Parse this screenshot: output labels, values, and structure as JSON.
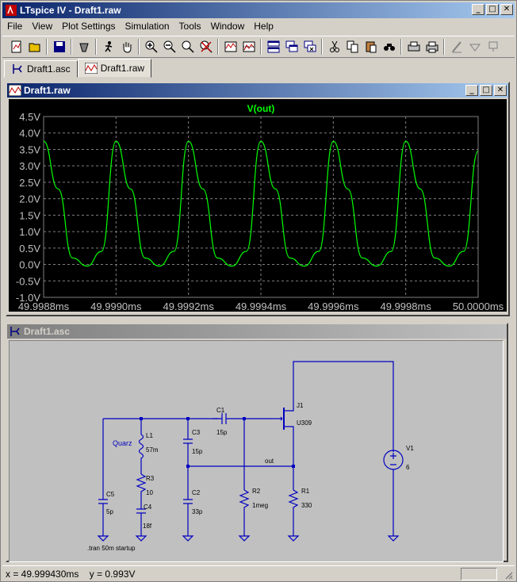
{
  "app": {
    "title": "LTspice IV - Draft1.raw"
  },
  "window_buttons": [
    "_",
    "□",
    "✕"
  ],
  "menu": [
    "File",
    "View",
    "Plot Settings",
    "Simulation",
    "Tools",
    "Window",
    "Help"
  ],
  "toolbar_icons": [
    "new-schematic-icon",
    "open-icon",
    "save-icon",
    "control-panel-icon",
    "run-icon",
    "pan-icon",
    "zoom-in-icon",
    "zoom-out-icon",
    "zoom-fit-icon",
    "zoom-cancel-icon",
    "autorange-icon",
    "plot-settings-icon",
    "tile-horizontal-icon",
    "cascade-icon",
    "close-all-icon",
    "cut-icon",
    "copy-icon",
    "paste-icon",
    "find-icon",
    "print-preview-icon",
    "print-icon",
    "draw-line-icon",
    "ground-icon",
    "label-icon"
  ],
  "tabs": [
    {
      "label": "Draft1.asc",
      "active": false
    },
    {
      "label": "Draft1.raw",
      "active": true
    }
  ],
  "waveform_window": {
    "title": "Draft1.raw",
    "trace_name": "V(out)",
    "trace_color": "#00ff00",
    "grid_color": "#808080",
    "y_ticks": [
      "4.5V",
      "4.0V",
      "3.5V",
      "3.0V",
      "2.5V",
      "2.0V",
      "1.5V",
      "1.0V",
      "0.5V",
      "0.0V",
      "-0.5V",
      "-1.0V"
    ],
    "x_ticks": [
      "49.9988ms",
      "49.9990ms",
      "49.9992ms",
      "49.9994ms",
      "49.9996ms",
      "49.9998ms",
      "50.0000ms"
    ]
  },
  "chart_data": {
    "type": "line",
    "title": "V(out)",
    "xlabel": "",
    "ylabel": "",
    "xlim": [
      49.9988,
      50.0
    ],
    "ylim": [
      -1.0,
      4.5
    ],
    "x_unit": "ms",
    "y_unit": "V",
    "grid": true,
    "series": [
      {
        "name": "V(out)",
        "x": [
          49.9988,
          49.99884,
          49.99888,
          49.99892,
          49.99896,
          49.999,
          49.99904,
          49.99908,
          49.99912,
          49.99916,
          49.9992,
          49.99924,
          49.99928,
          49.99932,
          49.99936,
          49.9994,
          49.99944,
          49.99948,
          49.99952,
          49.99956,
          49.9996,
          49.99964,
          49.99968,
          49.99972,
          49.99976,
          49.9998,
          49.99984,
          49.99988,
          49.99992,
          49.99996,
          50.0
        ],
        "values": [
          3.75,
          2.3,
          0.2,
          -0.05,
          0.4,
          3.75,
          2.3,
          0.2,
          -0.05,
          0.4,
          3.75,
          2.3,
          0.2,
          -0.05,
          0.4,
          3.75,
          2.3,
          0.2,
          -0.05,
          0.4,
          3.75,
          2.3,
          0.2,
          -0.05,
          0.4,
          3.75,
          2.3,
          0.2,
          -0.05,
          0.4,
          3.45
        ]
      }
    ]
  },
  "schematic_window": {
    "title": "Draft1.asc",
    "labels": {
      "quarz": "Quarz",
      "l1": "L1",
      "l1_val": "57m",
      "r3": "R3",
      "r3_val": "10",
      "c4": "C4",
      "c4_val": "18f",
      "c5": "C5",
      "c5_val": "5p",
      "c3": "C3",
      "c3_val": "15p",
      "c2": "C2",
      "c2_val": "33p",
      "c1": "C1",
      "c1_val": "15p",
      "r2": "R2",
      "r2_val": "1meg",
      "r1": "R1",
      "r1_val": "330",
      "j1": "J1",
      "j1_val": "U309",
      "v1": "V1",
      "v1_val": "6",
      "net_out": "out",
      "directive": ".tran 50m startup"
    }
  },
  "status": {
    "text": "x = 49.999430ms    y = 0.993V"
  }
}
